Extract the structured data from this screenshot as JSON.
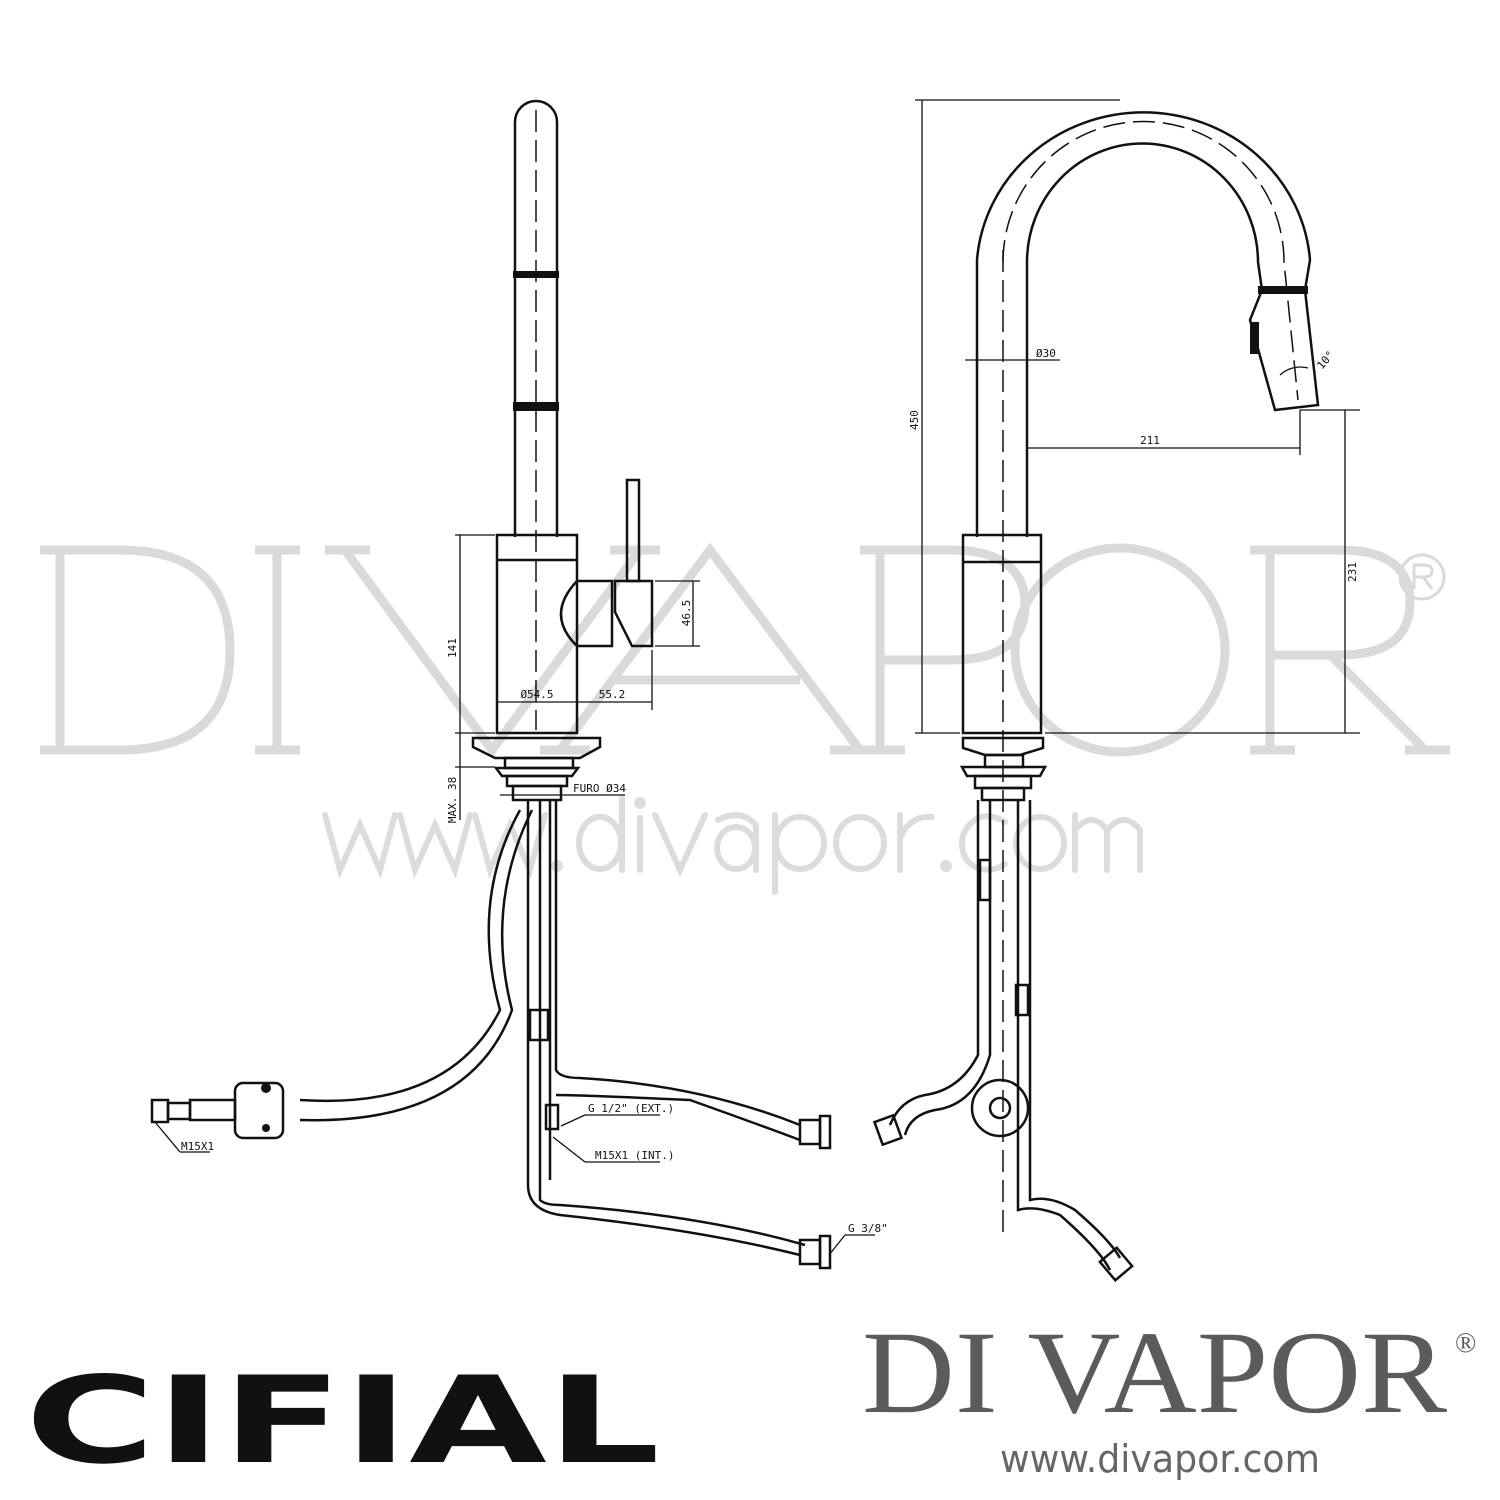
{
  "watermark": {
    "brand": "DI VAPOR",
    "registered": "®",
    "url": "www.divapor.com"
  },
  "left_view": {
    "dims": {
      "body_height": "141",
      "handle_height": "46.5",
      "body_diameter": "Ø54.5",
      "handle_offset": "55.2",
      "max_thickness": "MAX. 38",
      "hole": "FURO Ø34"
    },
    "callouts": {
      "outlet_thread": "M15X1",
      "inlet_ext": "G 1/2\" (EXT.)",
      "inlet_int": "M15X1 (INT.)",
      "hose_thread": "G 3/8\""
    }
  },
  "right_view": {
    "dims": {
      "total_height": "450",
      "spout_diameter": "Ø30",
      "angle": "10°",
      "reach": "211",
      "outlet_height": "231"
    }
  },
  "logos": {
    "manufacturer": "CIFIAL",
    "retailer": "DI VAPOR",
    "retailer_registered": "®",
    "retailer_url": "www.divapor.com"
  }
}
